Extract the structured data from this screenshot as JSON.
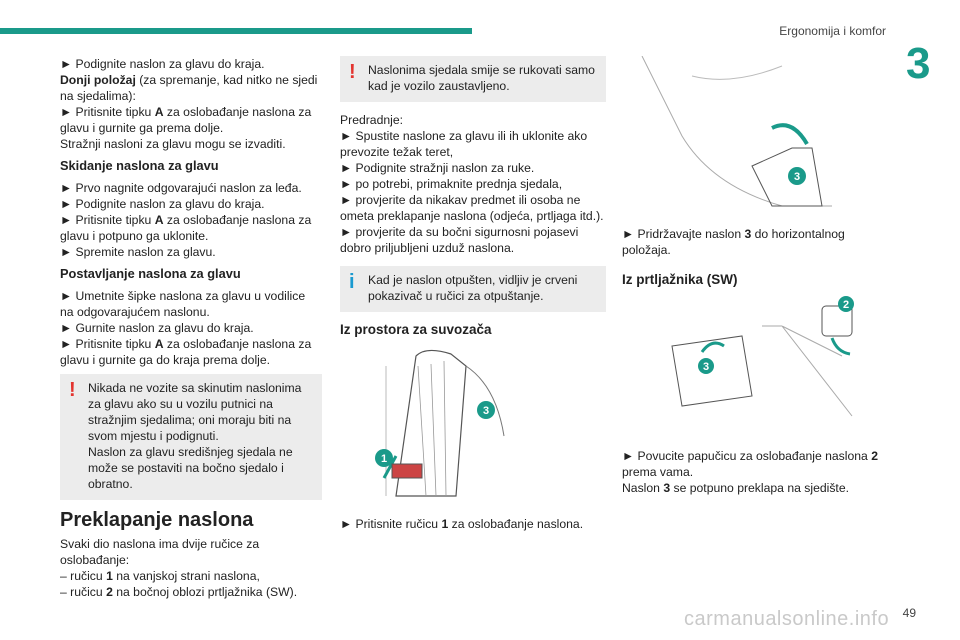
{
  "header": {
    "section": "Ergonomija i komfor",
    "chapter": "3"
  },
  "col1": {
    "p1": "► Podignite naslon za glavu do kraja.",
    "p2_bold": "Donji položaj",
    "p2_rest": " (za spremanje, kad nitko ne sjedi na sjedalima):",
    "p3a": "► Pritisnite tipku ",
    "p3b": "A",
    "p3c": " za oslobađanje naslona za glavu i gurnite ga prema dolje.",
    "p4": "Stražnji nasloni za glavu mogu se izvaditi.",
    "h_remove": "Skidanje naslona za glavu",
    "r1": "► Prvo nagnite odgovarajući naslon za leđa.",
    "r2": "► Podignite naslon za glavu do kraja.",
    "r3a": "► Pritisnite tipku ",
    "r3b": "A",
    "r3c": " za oslobađanje naslona za glavu i potpuno ga uklonite.",
    "r4": "► Spremite naslon za glavu.",
    "h_install": "Postavljanje naslona za glavu",
    "i1": "► Umetnite šipke naslona za glavu u vodilice na odgovarajućem naslonu.",
    "i2": "► Gurnite naslon za glavu do kraja.",
    "i3a": "► Pritisnite tipku ",
    "i3b": "A",
    "i3c": " za oslobađanje naslona za glavu i gurnite ga do kraja prema dolje.",
    "warn1": "Nikada ne vozite sa skinutim naslonima za glavu ako su u vozilu putnici na stražnjim sjedalima; oni moraju biti na svom mjestu i podignuti.",
    "warn2": "Naslon za glavu središnjeg sjedala ne može se postaviti na bočno sjedalo i obratno.",
    "h_fold": "Preklapanje naslona",
    "f1": "Svaki dio naslona ima dvije ručice za oslobađanje:",
    "f2a": "– ručicu ",
    "f2b": "1",
    "f2c": " na vanjskoj strani naslona,",
    "f3a": "– ručicu ",
    "f3b": "2",
    "f3c": " na bočnoj oblozi prtljažnika (SW)."
  },
  "col2": {
    "warn": "Naslonima sjedala smije se rukovati samo kad je vozilo zaustavljeno.",
    "pre": "Predradnje:",
    "s1": "► Spustite naslone za glavu ili ih uklonite ako prevozite težak teret,",
    "s2": "► Podignite stražnji naslon za ruke.",
    "s3": "► po potrebi, primaknite prednja sjedala,",
    "s4": "► provjerite da nikakav predmet ili osoba ne ometa preklapanje naslona (odjeća, prtljaga itd.).",
    "s5": "► provjerite da su bočni sigurnosni pojasevi dobro priljubljeni uzduž naslona.",
    "info": "Kad je naslon otpušten, vidljiv je crveni pokazivač u ručici za otpuštanje.",
    "h_pass": "Iz prostora za suvozača",
    "c1a": "► Pritisnite ručicu ",
    "c1b": "1",
    "c1c": " za oslobađanje naslona."
  },
  "col3": {
    "h1a": "► Pridržavajte naslon ",
    "h1b": "3",
    "h1c": " do horizontalnog položaja.",
    "h_trunk": "Iz prtljažnika (SW)",
    "t1a": "► Povucite papučicu za oslobađanje naslona ",
    "t1b": "2",
    "t1c": " prema vama.",
    "t2a": "Naslon ",
    "t2b": "3",
    "t2c": " se potpuno preklapa na sjedište."
  },
  "figures": {
    "fig_seat_labels": [
      "3",
      "1"
    ],
    "fig_top_label": "3",
    "fig_trunk_labels": [
      "2",
      "3"
    ]
  },
  "footer": {
    "page": "49",
    "watermark": "carmanualsonline.info"
  }
}
